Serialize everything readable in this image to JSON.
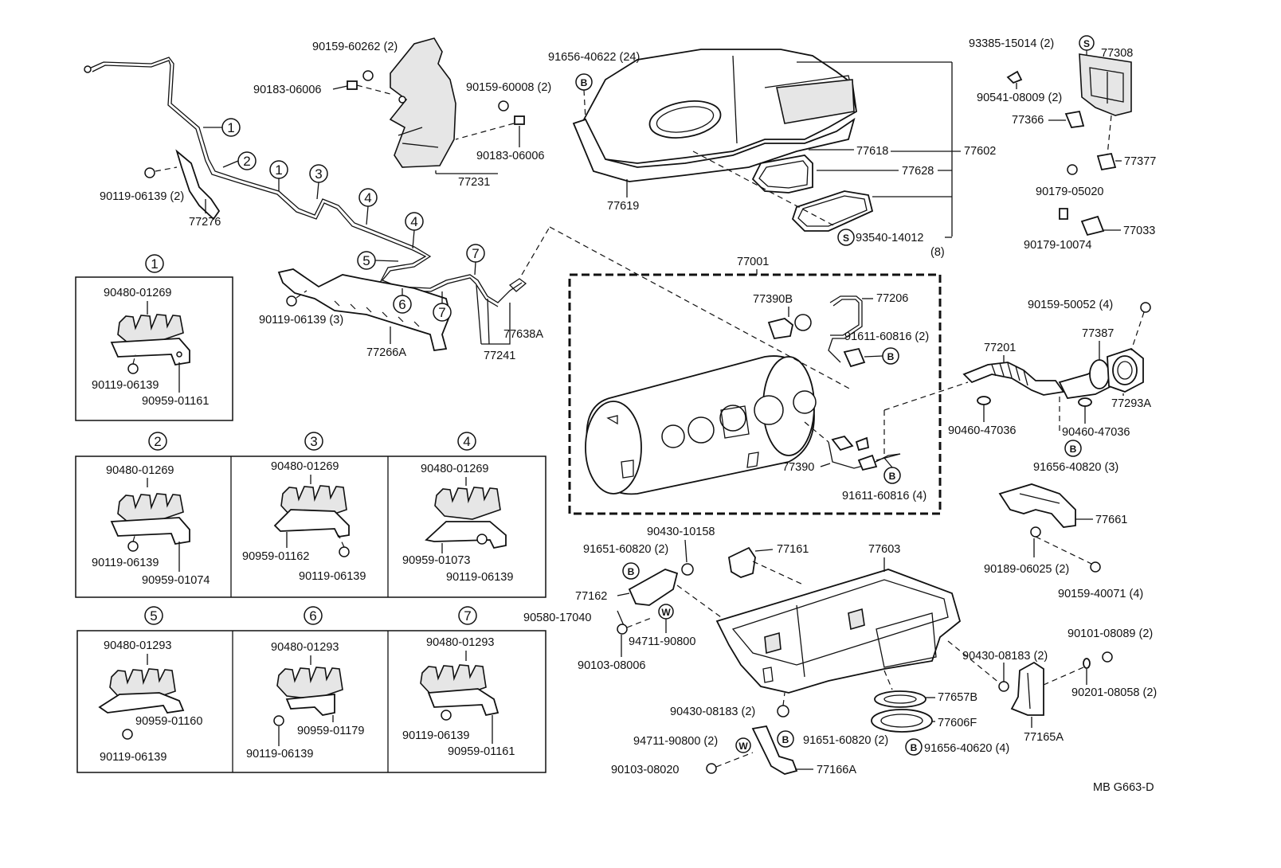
{
  "diagram_code": "MB G663-D",
  "circle_symbols": {
    "B": "B",
    "S": "S",
    "W": "W"
  },
  "callouts": [
    "1",
    "2",
    "3",
    "4",
    "5",
    "6",
    "7"
  ],
  "labels": {
    "p90159_60262": "90159-60262 (2)",
    "p90183_06006a": "90183-06006",
    "p90159_60008": "90159-60008 (2)",
    "p90183_06006b": "90183-06006",
    "p77231": "77231",
    "p91656_40622": "91656-40622 (24)",
    "p77619": "77619",
    "p77618": "77618",
    "p77602": "77602",
    "p77628": "77628",
    "p93540_14012": "93540-14012",
    "p93540_qty": "(8)",
    "p93385_15014": "93385-15014 (2)",
    "p77308": "77308",
    "p90541_08009": "90541-08009 (2)",
    "p77366": "77366",
    "p77377": "77377",
    "p90179_05020": "90179-05020",
    "p77033": "77033",
    "p90179_10074": "90179-10074",
    "p90119_06139_2": "90119-06139 (2)",
    "p77276": "77276",
    "p90119_06139_3": "90119-06139 (3)",
    "p77266A": "77266A",
    "p77241": "77241",
    "p77638A": "77638A",
    "p77001": "77001",
    "p77390B": "77390B",
    "p77206": "77206",
    "p91611_60816_2": "91611-60816 (2)",
    "p77390": "77390",
    "p91611_60816_4": "91611-60816 (4)",
    "p90159_50052": "90159-50052 (4)",
    "p77201": "77201",
    "p77387": "77387",
    "p77293A": "77293A",
    "p90460_47036a": "90460-47036",
    "p90460_47036b": "90460-47036",
    "p91656_40820": "91656-40820 (3)",
    "p77661": "77661",
    "p90189_06025": "90189-06025 (2)",
    "p90159_40071": "90159-40071 (4)",
    "p90430_10158": "90430-10158",
    "p91651_60820_top": "91651-60820 (2)",
    "p77161": "77161",
    "p77603": "77603",
    "p77162": "77162",
    "p90580_17040": "90580-17040",
    "p94711_90800": "94711-90800",
    "p90103_08006": "90103-08006",
    "p90101_08089": "90101-08089 (2)",
    "p90430_08183_r": "90430-08183 (2)",
    "p90201_08058": "90201-08058 (2)",
    "p77165A": "77165A",
    "p77657B": "77657B",
    "p77606F": "77606F",
    "p90430_08183_b": "90430-08183 (2)",
    "p94711_90800_2": "94711-90800 (2)",
    "p91651_60820_bot": "91651-60820 (2)",
    "p91656_40620": "91656-40620 (4)",
    "p90103_08020": "90103-08020",
    "p77166A": "77166A"
  },
  "clamp_boxes": [
    {
      "num": "1",
      "clamp": "90480-01269",
      "bolt": "90119-06139",
      "bracket": "90959-01161"
    },
    {
      "num": "2",
      "clamp": "90480-01269",
      "bolt": "90119-06139",
      "bracket": "90959-01074"
    },
    {
      "num": "3",
      "clamp": "90480-01269",
      "bolt": "90119-06139",
      "bracket": "90959-01162"
    },
    {
      "num": "4",
      "clamp": "90480-01269",
      "bolt": "90119-06139",
      "bracket": "90959-01073"
    },
    {
      "num": "5",
      "clamp": "90480-01293",
      "bolt": "90119-06139",
      "bracket": "90959-01160"
    },
    {
      "num": "6",
      "clamp": "90480-01293",
      "bolt": "90119-06139",
      "bracket": "90959-01179"
    },
    {
      "num": "7",
      "clamp": "90480-01293",
      "bolt": "90119-06139",
      "bracket": "90959-01161"
    }
  ]
}
